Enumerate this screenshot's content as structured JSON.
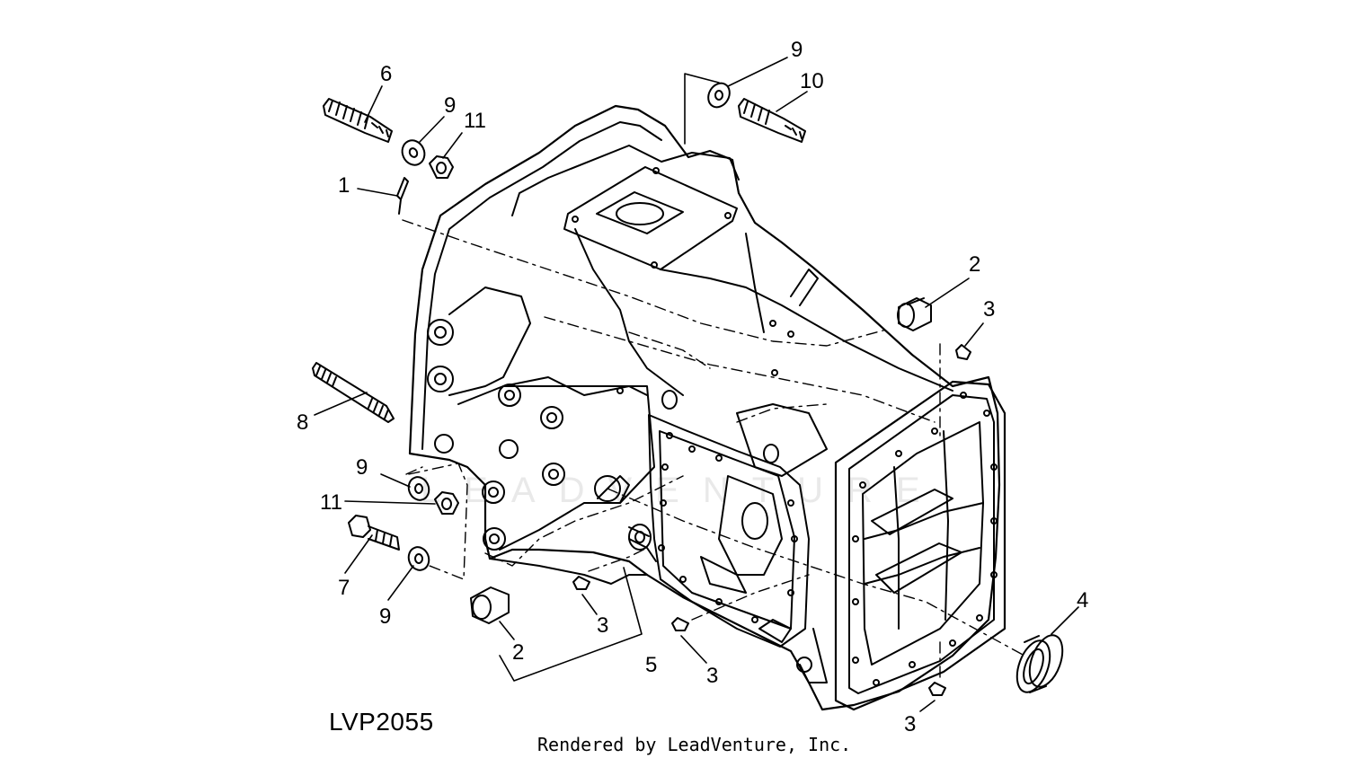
{
  "diagram": {
    "callouts": {
      "c1": "1",
      "c2_top": "2",
      "c2_bottom": "2",
      "c3_top": "3",
      "c3_left": "3",
      "c3_mid": "3",
      "c3_bottom": "3",
      "c4": "4",
      "c5": "5",
      "c6": "6",
      "c7": "7",
      "c8": "8",
      "c9_top": "9",
      "c9_upper": "9",
      "c9_left": "9",
      "c9_lower": "9",
      "c10": "10",
      "c11_top": "11",
      "c11_left": "11"
    },
    "figure_code": "LVP2055",
    "credit": "Rendered by LeadVenture, Inc.",
    "watermark": "LEADVENTURE"
  }
}
